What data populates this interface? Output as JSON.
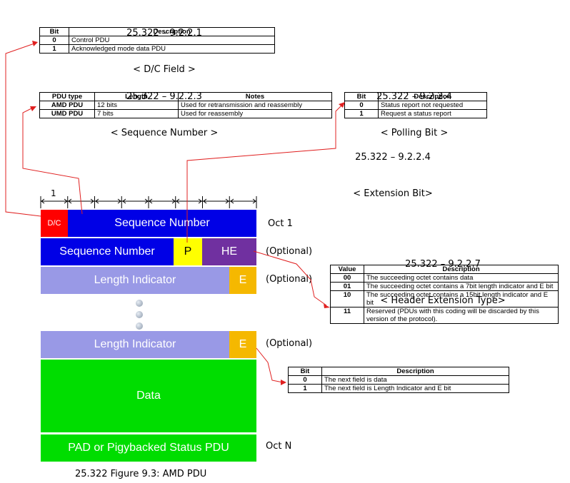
{
  "dc_field": {
    "heading_ref": "25.322 – 9.2.2.1",
    "heading_name": "< D/C Field >",
    "columns": [
      "Bit",
      "Description"
    ],
    "rows": [
      [
        "0",
        "Control PDU"
      ],
      [
        "1",
        "Acknowledged mode data PDU"
      ]
    ]
  },
  "sequence_number": {
    "heading_ref": "25.322 – 9.2.2.3",
    "heading_name": "< Sequence Number >",
    "columns": [
      "PDU type",
      "Length",
      "Notes"
    ],
    "rows": [
      [
        "AMD PDU",
        "12 bits",
        "Used for retransmission and reassembly"
      ],
      [
        "UMD PDU",
        "7 bits",
        "Used for reassembly"
      ]
    ]
  },
  "polling_bit": {
    "heading_ref": "25.322 – 9.2.2.4",
    "heading_name": "< Polling Bit >",
    "columns": [
      "Bit",
      "Description"
    ],
    "rows": [
      [
        "0",
        "Status report not requested"
      ],
      [
        "1",
        "Request a status report"
      ]
    ]
  },
  "extension_bit": {
    "heading_ref": "25.322 – 9.2.2.4",
    "heading_name": "< Extension Bit>",
    "columns": [
      "Bit",
      "Description"
    ],
    "rows": [
      [
        "0",
        "The next field is data"
      ],
      [
        "1",
        "The next field is Length Indicator and E bit"
      ]
    ]
  },
  "header_extension": {
    "heading_ref": "25.322 – 9.2.2.7",
    "heading_name": "< Header Extension Type>",
    "columns": [
      "Value",
      "Description"
    ],
    "rows": [
      [
        "00",
        "The succeeding octet contains data"
      ],
      [
        "01",
        "The succeeding octet contains a 7bit length indicator and E bit"
      ],
      [
        "10",
        "The succeeding octet contains a 15bit length indicator and E bit"
      ],
      [
        "11",
        "Reserved (PDUs with this coding will be discarded by this version of the protocol)."
      ]
    ]
  },
  "pdu": {
    "bit_width_label": "1",
    "dc": "D/C",
    "seq1": "Sequence Number",
    "seq2": "Sequence Number",
    "p": "P",
    "he": "HE",
    "li1": "Length Indicator",
    "e1": "E",
    "li2": "Length Indicator",
    "e2": "E",
    "data": "Data",
    "pad": "PAD or Pigybacked Status PDU",
    "oct1": "Oct 1",
    "octn": "Oct N",
    "optional": "(Optional)",
    "caption": "25.322 Figure 9.3: AMD PDU"
  },
  "colors": {
    "red": "#ff0000",
    "blue": "#0000e6",
    "yellow": "#ffff00",
    "purple": "#7030a0",
    "lavender": "#9999e6",
    "orange": "#f5b800",
    "green": "#00dd00",
    "arrow": "#e02020"
  }
}
